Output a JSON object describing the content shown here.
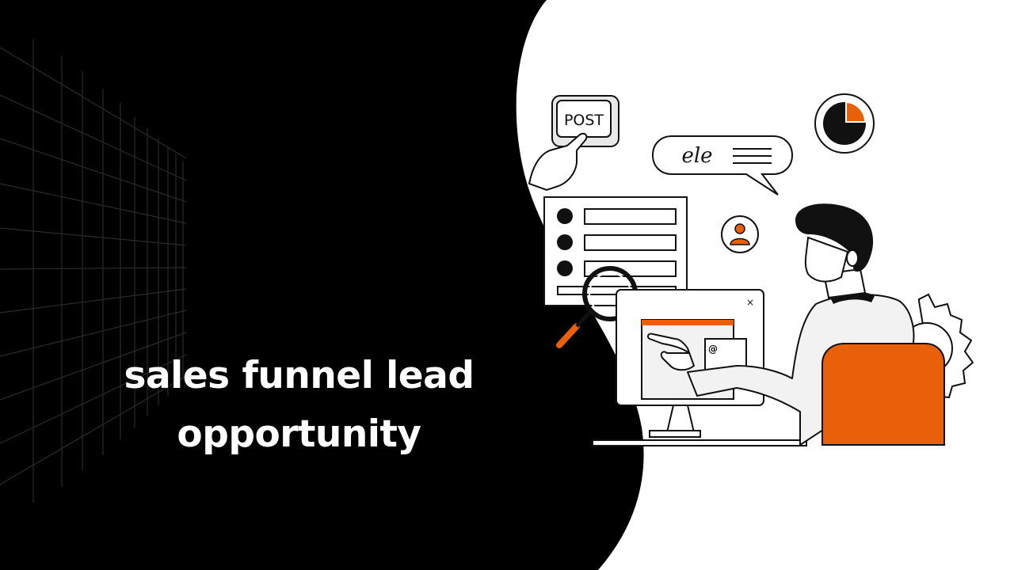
{
  "slide": {
    "headline_line1": "sales funnel lead",
    "headline_line2": "opportunity"
  },
  "illustration": {
    "post_button_label": "POST",
    "chat_bubble_text": "ele",
    "email_card_symbol": "@",
    "close_symbol": "×"
  },
  "colors": {
    "background_dark": "#000000",
    "background_light": "#ffffff",
    "accent_orange": "#e8600a",
    "grid_lines": "#2a2a2a",
    "outline": "#111111",
    "shirt_fill": "#f2f2f2"
  }
}
